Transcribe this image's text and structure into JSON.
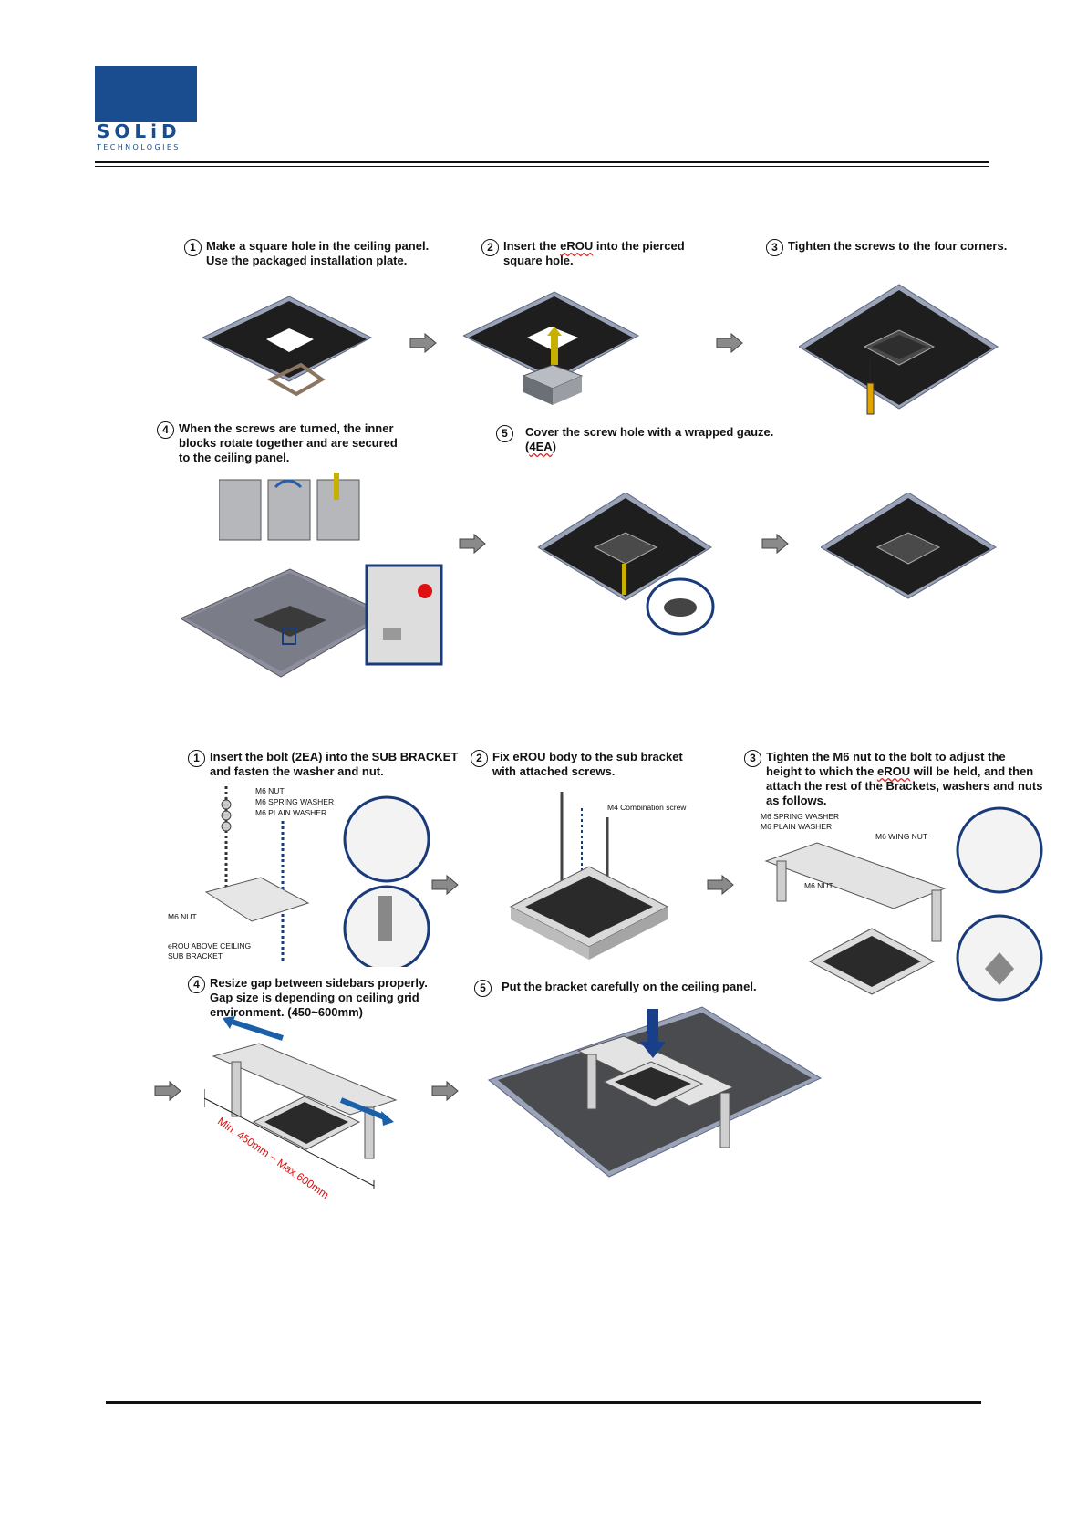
{
  "header": {
    "logo_text": "SOLiD",
    "logo_sub": "TECHNOLOGIES"
  },
  "section1": {
    "steps": [
      {
        "num": "1",
        "text": "Make a square hole in the ceiling panel.\nUse the packaged installation plate."
      },
      {
        "num": "2",
        "text_a": "Insert the ",
        "text_red": "eROU",
        "text_b": " into the pierced\nsquare hole."
      },
      {
        "num": "3",
        "text": "Tighten the screws to the four corners."
      },
      {
        "num": "4",
        "text": "When the screws are turned, the inner\nblocks rotate together and are secured\nto the ceiling panel."
      },
      {
        "num": "5",
        "text_a": "Cover the screw hole with a wrapped gauze.\n(",
        "text_red": "4EA",
        "text_b": ")"
      }
    ]
  },
  "section2": {
    "steps": [
      {
        "num": "1",
        "text": "Insert the bolt (2EA) into the SUB BRACKET\nand fasten the washer and nut."
      },
      {
        "num": "2",
        "text": "Fix eROU body to the sub bracket\nwith attached screws."
      },
      {
        "num": "3",
        "text_a": "Tighten the M6 nut to the bolt to adjust the\nheight to which the ",
        "text_red": "eROU",
        "text_b": " will be held, and then\nattach the rest of the Brackets, washers and nuts\nas follows."
      },
      {
        "num": "4",
        "text": "Resize gap between sidebars properly.\nGap size is depending on ceiling grid\nenvironment. (450~600mm)"
      },
      {
        "num": "5",
        "text": "Put the bracket carefully on the ceiling panel."
      }
    ],
    "labels": {
      "m6_nut": "M6 NUT",
      "m6_spring_washer": "M6 SPRING WASHER",
      "m6_plain_washer": "M6 PLAIN WASHER",
      "m6_nut_left": "M6 NUT",
      "erou_above_ceiling": "eROU ABOVE CEILING",
      "sub_bracket": "SUB BRACKET",
      "m4_combination_screw": "M4 Combination screw",
      "m6_spring_washer_2": "M6 SPRING WASHER",
      "m6_plain_washer_2": "M6 PLAIN WASHER",
      "m6_wing_nut": "M6 WING NUT",
      "m6_nut_3": "M6 NUT",
      "dimension": "Min. 450mm ~ Max.600mm"
    }
  },
  "colors": {
    "brand": "#1a4d8f",
    "panel": "#1e1e1e",
    "dimension_red": "#d11111"
  }
}
